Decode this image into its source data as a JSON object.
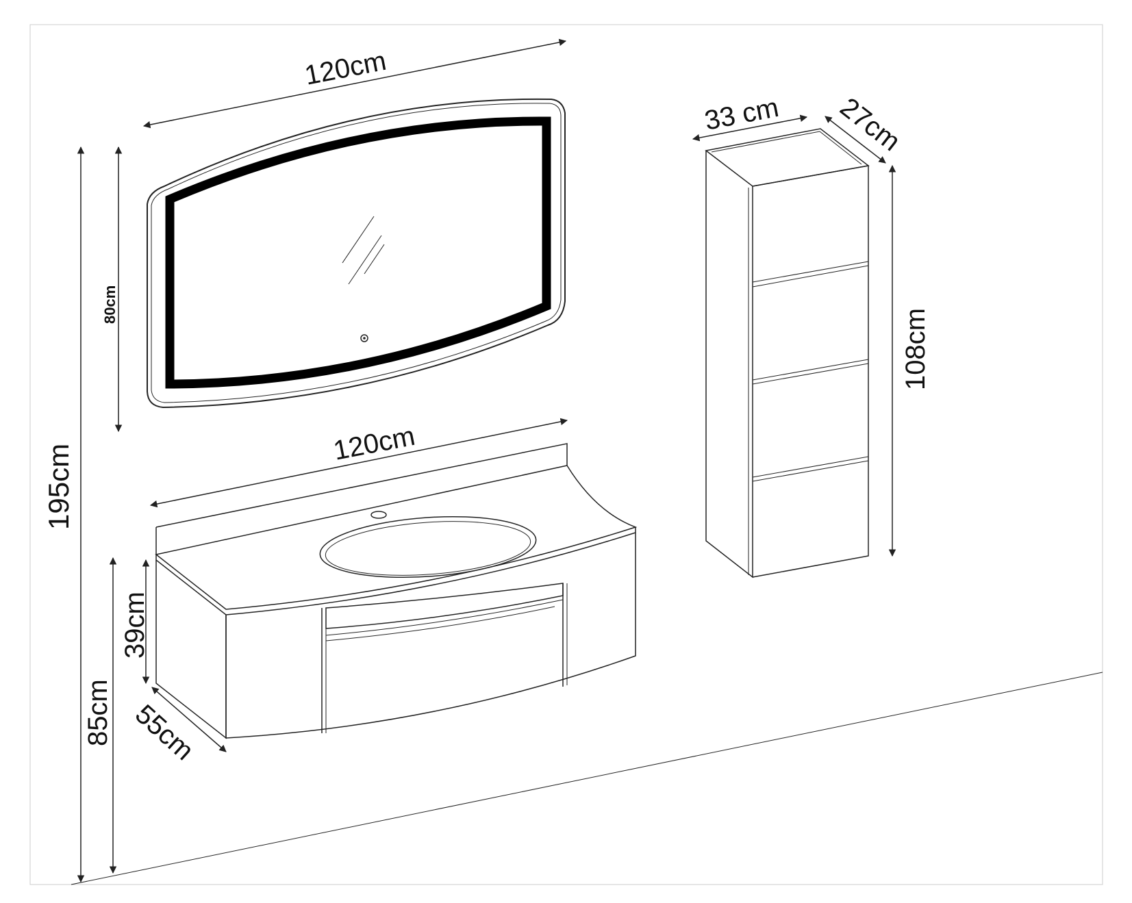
{
  "dimensions": {
    "mirror_width": "120cm",
    "mirror_height": "80cm",
    "vanity_width": "120cm",
    "total_height": "195cm",
    "vanity_height": "85cm",
    "cabinet_height": "39cm",
    "cabinet_depth": "55cm",
    "tall_unit_width": "33 cm",
    "tall_unit_depth": "27cm",
    "tall_unit_height": "108cm"
  },
  "colors": {
    "line": "#222222",
    "led_frame": "#000000",
    "frame_border": "#cccccc",
    "background": "#ffffff"
  }
}
